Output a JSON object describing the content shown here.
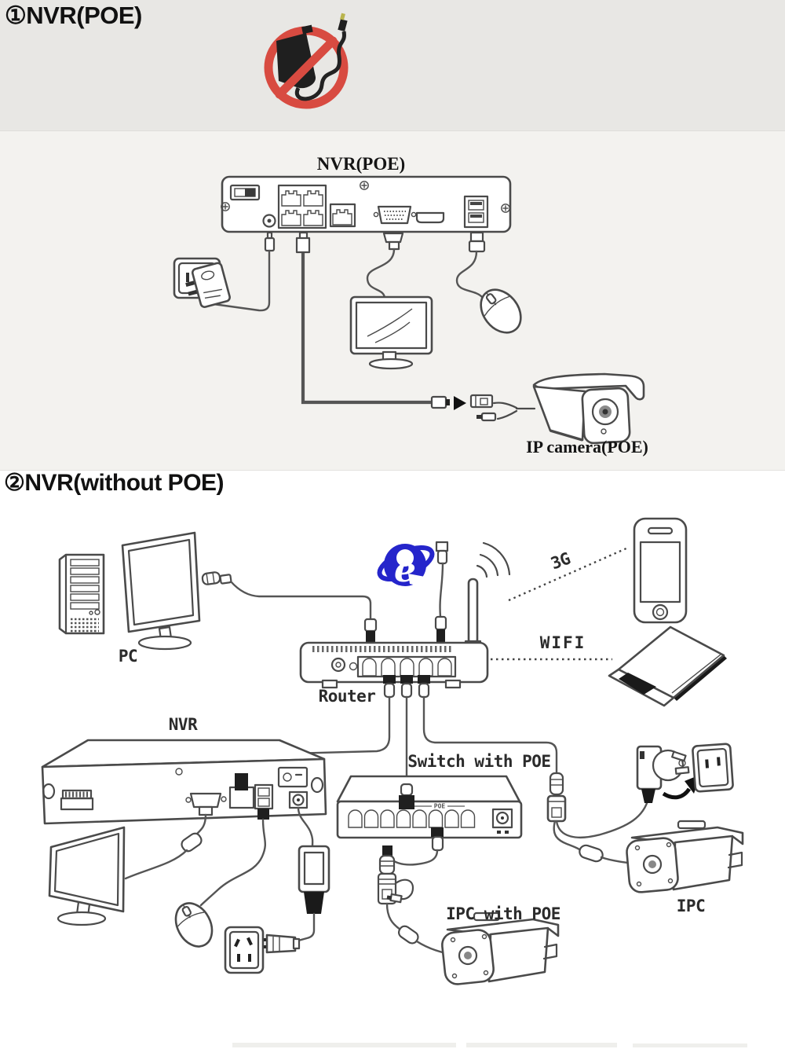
{
  "section1": {
    "title": "①NVR(POE)",
    "nvr_label": "NVR(POE)",
    "camera_label": "IP camera(POE)"
  },
  "section2": {
    "title": "②NVR(without POE)",
    "pc_label": "PC",
    "router_label": "Router",
    "g3_label": "3G",
    "wifi_label": "WIFI",
    "nvr_label": "NVR",
    "switch_label": "Switch with POE",
    "switch_poe_text": "POE",
    "ipc_with_poe_label": "IPC with POE",
    "ipc_label": "IPC",
    "ie_icon_letter": "e"
  },
  "colors": {
    "prohibition_red": "#d84b41",
    "ie_blue": "#2525cb",
    "top_band_bg": "#e8e7e4",
    "section1_bg": "#f3f2ef",
    "line_color": "#4a4a4a"
  }
}
